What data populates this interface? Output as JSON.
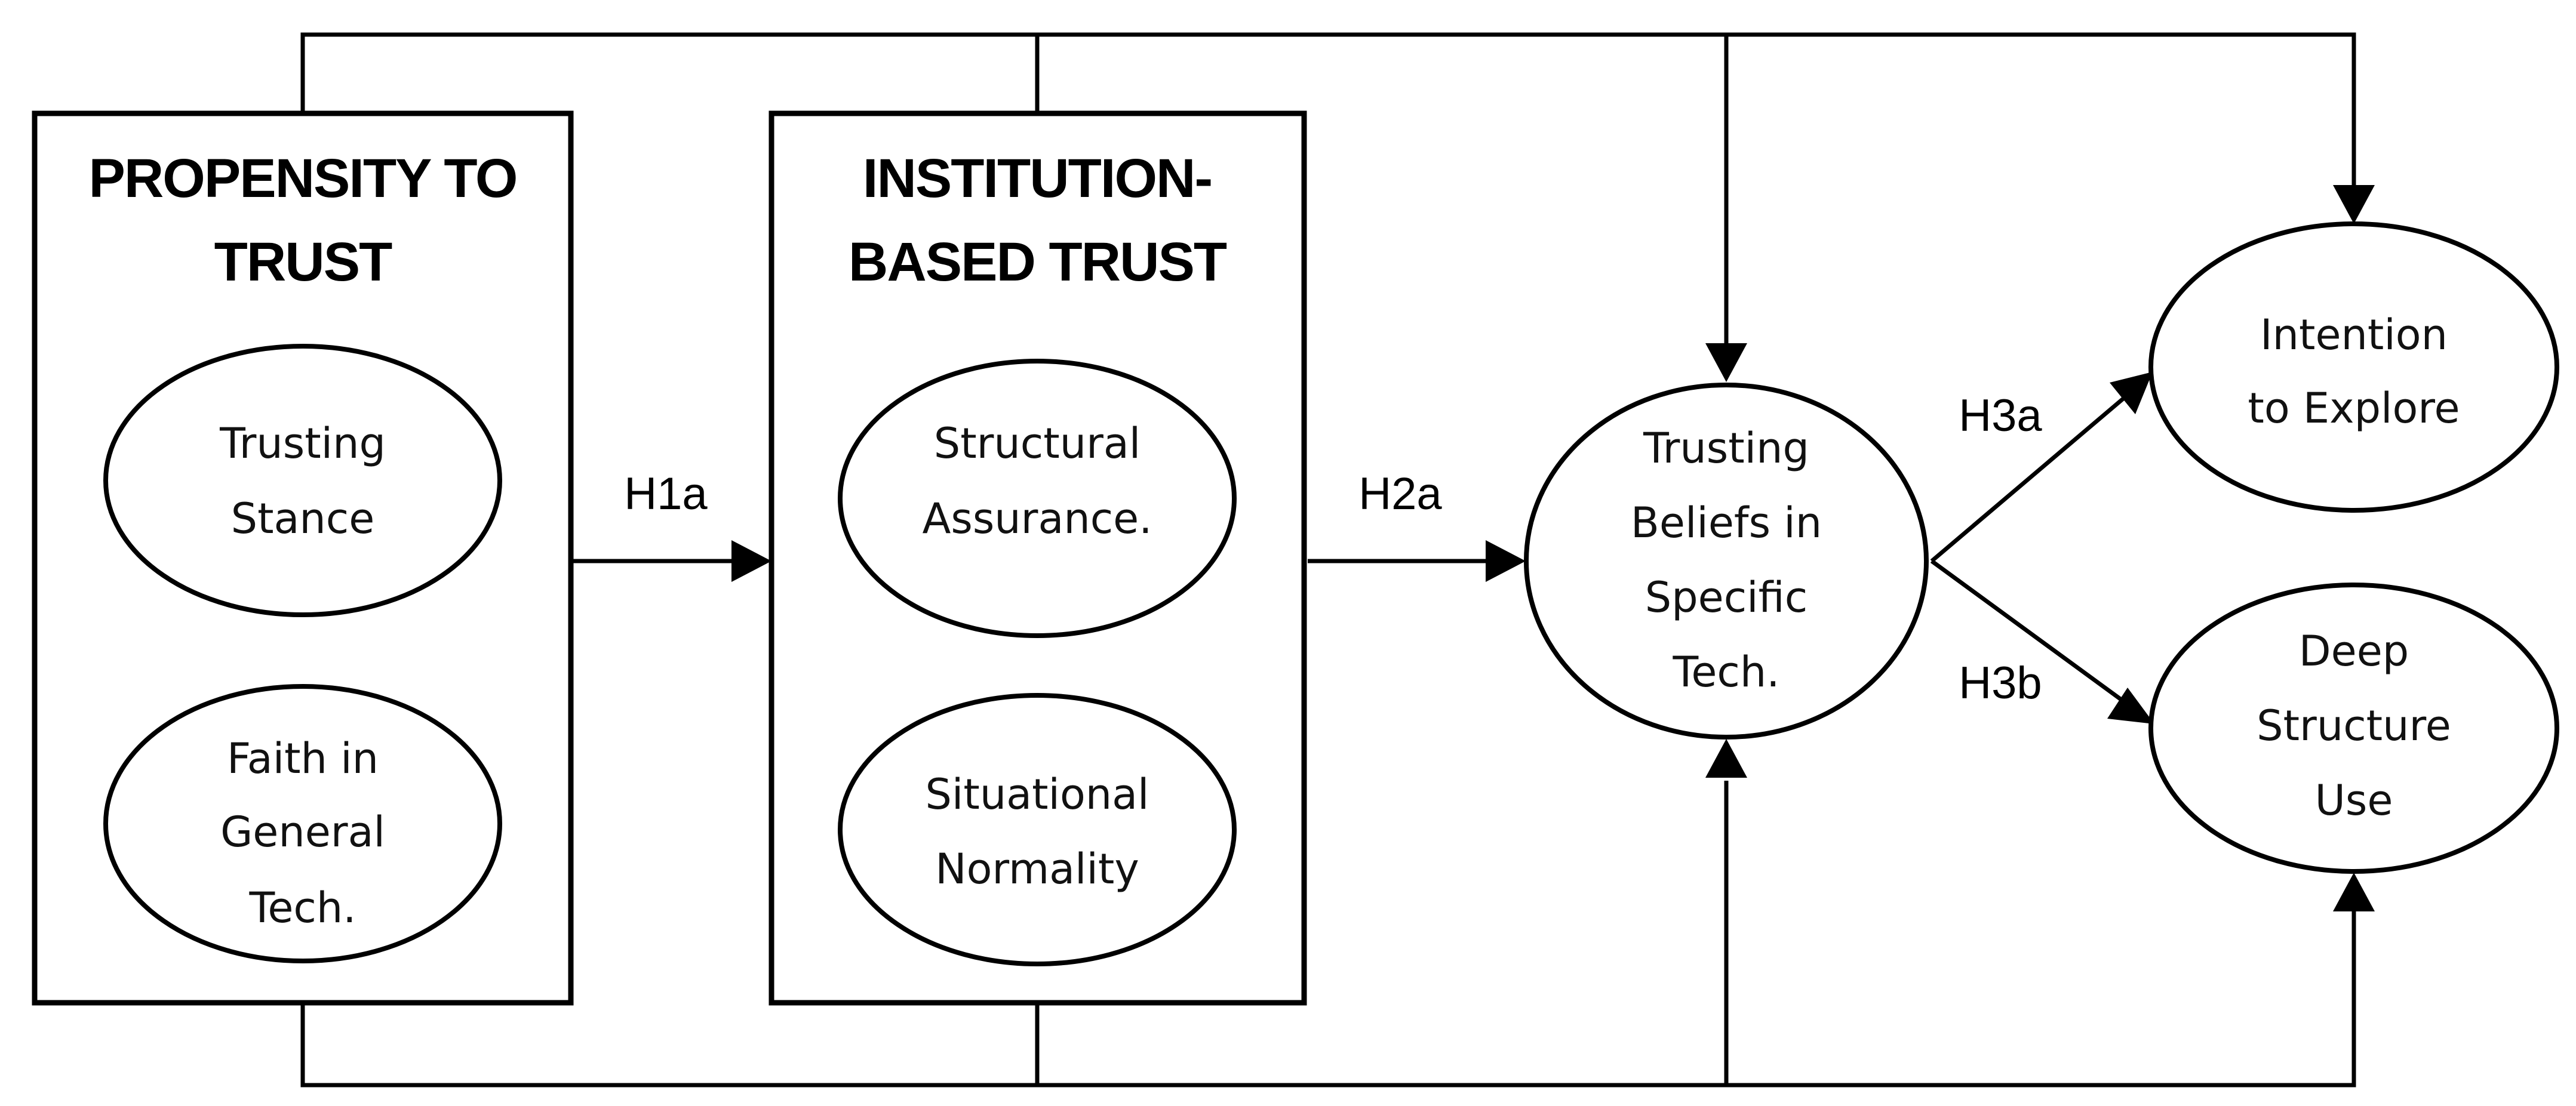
{
  "groups": {
    "propensity": {
      "title_line1": "PROPENSITY TO",
      "title_line2": "TRUST",
      "constructs": [
        {
          "line1": "Trusting",
          "line2": "Stance"
        },
        {
          "line1": "Faith in",
          "line2": "General",
          "line3": "Tech."
        }
      ]
    },
    "institution": {
      "title_line1": "INSTITUTION-",
      "title_line2": "BASED TRUST",
      "constructs": [
        {
          "line1": "Structural",
          "line2": "Assurance."
        },
        {
          "line1": "Situational",
          "line2": "Normality"
        }
      ]
    }
  },
  "nodes": {
    "trusting_beliefs": {
      "line1": "Trusting",
      "line2": "Beliefs in",
      "line3": "Specific",
      "line4": "Tech."
    },
    "intention": {
      "line1": "Intention",
      "line2": "to Explore"
    },
    "deep_use": {
      "line1": "Deep",
      "line2": "Structure",
      "line3": "Use"
    }
  },
  "paths": {
    "h1a": "H1a",
    "h2a": "H2a",
    "h3a": "H3a",
    "h3b": "H3b"
  }
}
